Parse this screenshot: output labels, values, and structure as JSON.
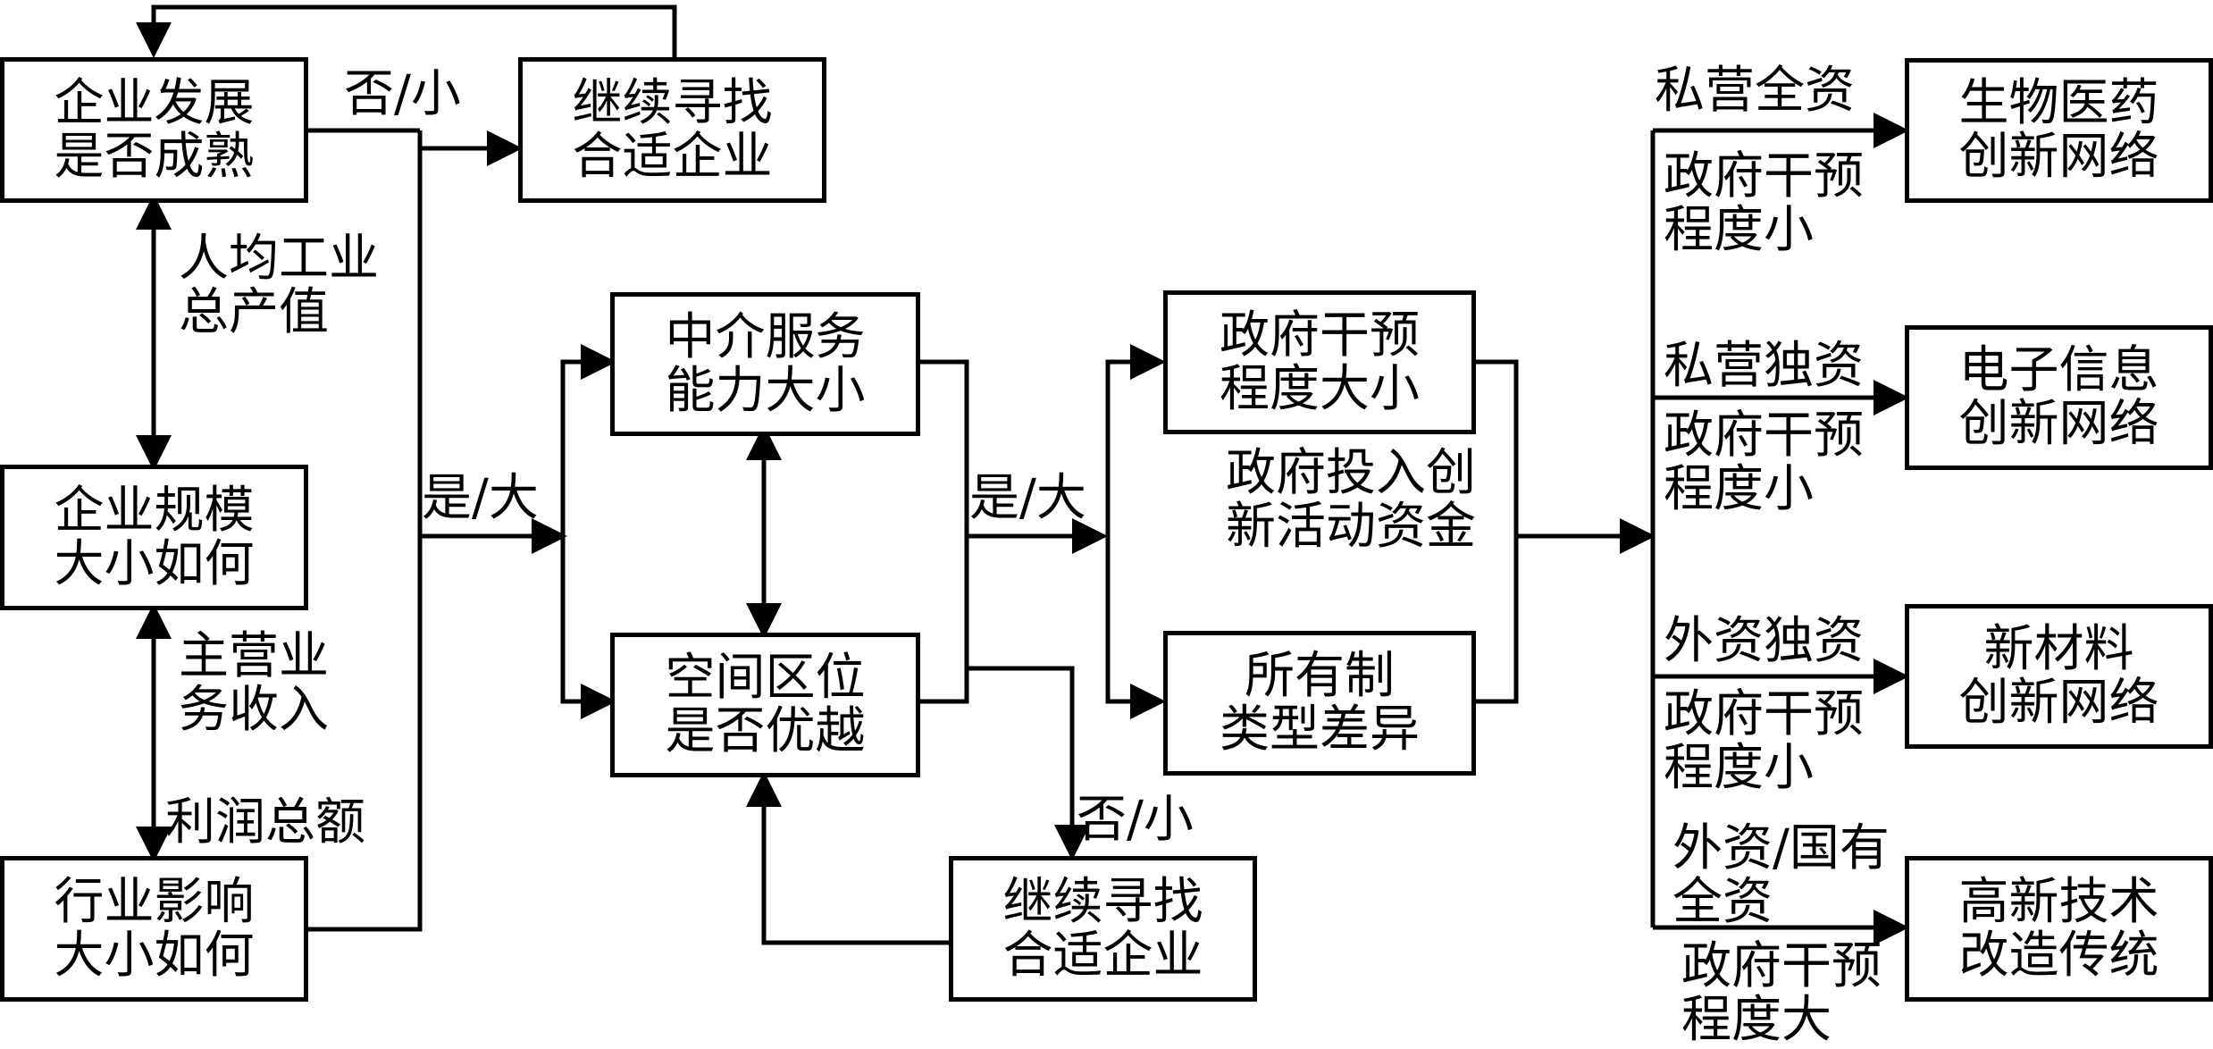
{
  "nodes": {
    "enterprise_maturity": "企业发展\n是否成熟",
    "continue_search_top": "继续寻找\n合适企业",
    "enterprise_scale": "企业规模\n大小如何",
    "industry_influence": "行业影响\n大小如何",
    "intermediary_capacity": "中介服务\n能力大小",
    "spatial_location": "空间区位\n是否优越",
    "continue_search_bottom": "继续寻找\n合适企业",
    "gov_intervention": "政府干预\n程度大小",
    "ownership_difference": "所有制\n类型差异",
    "biomedicine_network": "生物医药\n创新网络",
    "electronics_network": "电子信息\n创新网络",
    "new_materials_network": "新材料\n创新网络",
    "hightech_transform": "高新技术\n改造传统"
  },
  "labels": {
    "no_small_top": "否/小",
    "gross_output": "人均工业\n总产值",
    "main_revenue": "主营业\n务收入",
    "total_profit": "利润总额",
    "yes_big_left": "是/大",
    "yes_big_mid": "是/大",
    "no_small_bottom": "否/小",
    "gov_investment": "政府投入创\n新活动资金",
    "private_full": "私营全资",
    "gov_small_1": "政府干预\n程度小",
    "private_sole": "私营独资",
    "gov_small_2": "政府干预\n程度小",
    "foreign_sole": "外资独资",
    "gov_small_3": "政府干预\n程度小",
    "foreign_state_full": "外资/国有\n全资",
    "gov_large": "政府干预\n程度大"
  },
  "colors": {
    "stroke": "#000000",
    "background": "#ffffff"
  }
}
